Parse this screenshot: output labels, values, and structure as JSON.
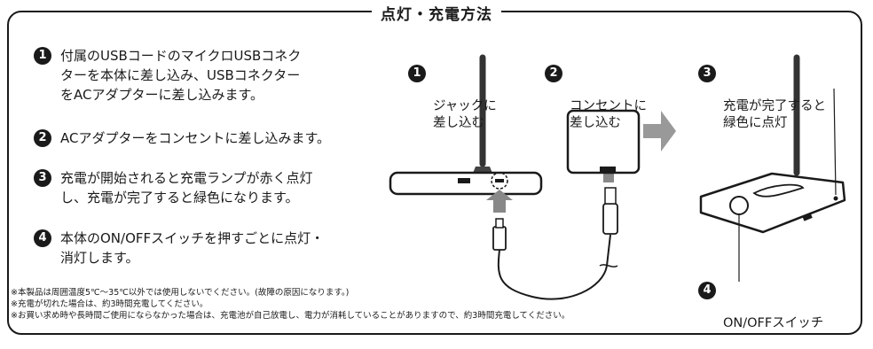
{
  "title": "点灯・充電方法",
  "steps": [
    {
      "num": "1",
      "text": "付属のUSBコードのマイクロUSBコネク\nターを本体に差し込み、USBコネクター\nをACアダプターに差し込みます。"
    },
    {
      "num": "2",
      "text": "ACアダプターをコンセントに差し込みます。"
    },
    {
      "num": "3",
      "text": "充電が開始されると充電ランプが赤く点灯\nし、充電が完了すると緑色になります。"
    },
    {
      "num": "4",
      "text": "本体のON/OFFスイッチを押すごとに点灯・\n消灯します。"
    }
  ],
  "notes": [
    "※本製品は周囲温度5℃〜35℃以外では使用しないでください。(故障の原因になります。)",
    "※充電が切れた場合は、約3時間充電してください。",
    "※お買い求め時や長時間ご使用にならなかった場合は、充電池が自己放電し、電力が消耗していることがありますので、約3時間充電してください。"
  ],
  "callouts": [
    {
      "num": "1",
      "text": "ジャックに\n差し込む"
    },
    {
      "num": "2",
      "text": "コンセントに\n差し込む"
    },
    {
      "num": "3",
      "text": "充電が完了すると\n緑色に点灯"
    },
    {
      "num": "4",
      "text": "ON/OFFスイッチ"
    }
  ]
}
